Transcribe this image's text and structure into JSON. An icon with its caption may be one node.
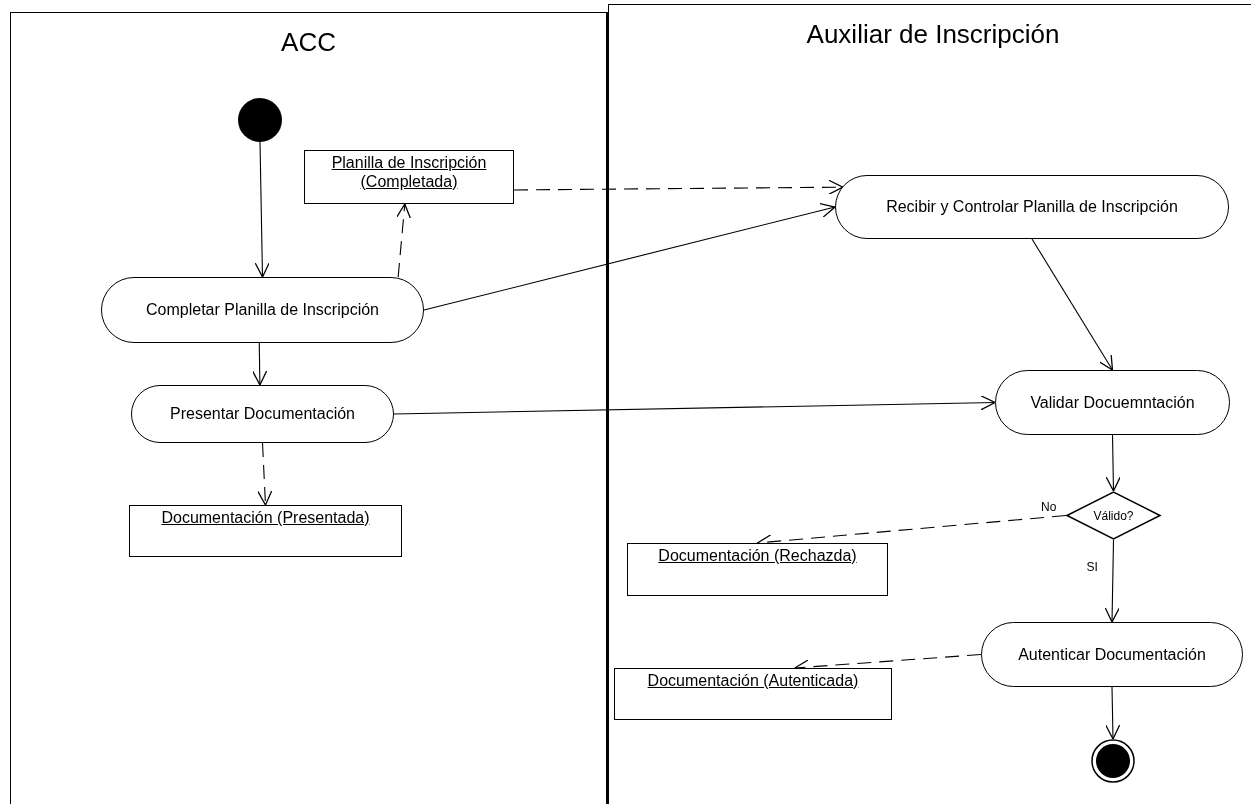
{
  "diagram": {
    "nodes": [
      {
        "text": [
          "ACC"
        ]
      },
      {
        "text": [
          "Auxiliar de Inscripción"
        ]
      },
      {
        "text": [],
        "shape": "circle",
        "in": 0
      },
      {
        "text": [
          "Planilla de Inscripción (Completada)"
        ],
        "in": 0
      },
      {
        "text": [
          "Completar Planilla de Inscripción"
        ],
        "in": 0
      },
      {
        "text": [
          "Presentar Documentación"
        ],
        "in": 0
      },
      {
        "text": [
          "Documentación (Presentada)"
        ],
        "in": 0
      },
      {
        "text": [
          "Recibir y Controlar Planilla de Inscripción"
        ],
        "in": 1
      },
      {
        "text": [
          "Validar Docuemntación"
        ],
        "in": 1
      },
      {
        "text": [
          "Válido?"
        ],
        "in": 1
      },
      {
        "text": [
          "Documentación (Rechazda)"
        ],
        "in": 1
      },
      {
        "text": [
          "Autenticar Documentación"
        ],
        "in": 1
      },
      {
        "text": [
          "Documentación (Autenticada)"
        ],
        "in": 1
      },
      {
        "text": [],
        "shape": "circle",
        "in": 1
      }
    ],
    "edges": [
      {
        "from": 2,
        "to": 4,
        "arrow": "to"
      },
      {
        "from": 4,
        "to": 3,
        "arrow": "to",
        "style": "dashed"
      },
      {
        "from": 3,
        "to": 7,
        "arrow": "to",
        "style": "dashed"
      },
      {
        "from": 4,
        "to": 7,
        "arrow": "to"
      },
      {
        "from": 4,
        "to": 5,
        "arrow": "to"
      },
      {
        "from": 5,
        "to": 8,
        "arrow": "to"
      },
      {
        "from": 5,
        "to": 6,
        "arrow": "to",
        "style": "dashed"
      },
      {
        "from": 7,
        "to": 8,
        "arrow": "to"
      },
      {
        "from": 8,
        "to": 9,
        "arrow": "to"
      },
      {
        "from": 9,
        "to": 10,
        "arrow": "to",
        "style": "dashed",
        "label": "No"
      },
      {
        "from": 9,
        "to": 11,
        "arrow": "to",
        "label": "SI"
      },
      {
        "from": 11,
        "to": 12,
        "arrow": "to",
        "style": "dashed"
      },
      {
        "from": 11,
        "to": 13,
        "arrow": "to"
      }
    ]
  }
}
